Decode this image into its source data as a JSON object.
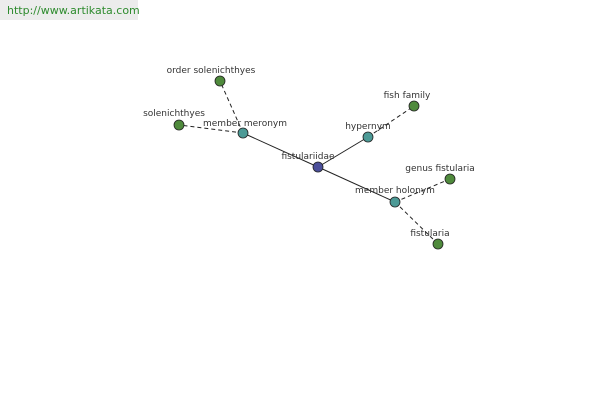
{
  "url": "http://www.artikata.com",
  "colors": {
    "root": "#4b4f9a",
    "relation": "#4c9a96",
    "leaf": "#4f8a3c",
    "edge": "#222222"
  },
  "nodes": {
    "center": "fistulariidae",
    "member_meronym": "member meronym",
    "hypernym": "hypernym",
    "member_holonym": "member holonym",
    "order_solenichthyes": "order solenichthyes",
    "solenichthyes": "solenichthyes",
    "fish_family": "fish family",
    "genus_fistularia": "genus fistularia",
    "fistularia": "fistularia"
  }
}
